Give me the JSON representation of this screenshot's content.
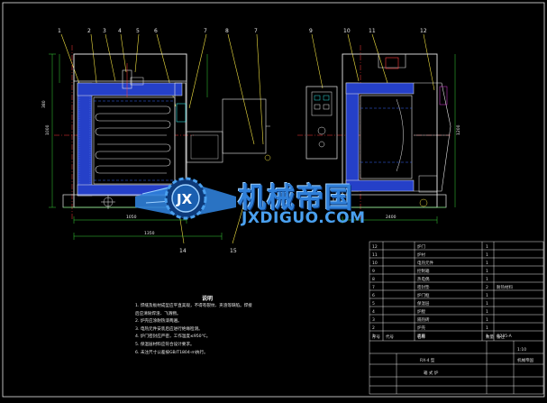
{
  "drawing": {
    "balloon_labels": [
      "1",
      "2",
      "3",
      "4",
      "5",
      "6",
      "7",
      "8",
      "7",
      "9",
      "10",
      "11",
      "12",
      "14",
      "15"
    ],
    "dimension_labels": [
      "380",
      "1000",
      "1050",
      "1350",
      "2400",
      "1200"
    ],
    "notes_title": "说明",
    "notes_lines": [
      "1. 焊缝及板材成型应平直美观，不得有裂纹、夹渣等缺陷。焊接",
      "   后应清除焊渣、飞溅物。",
      "2. 炉壳应涂耐热漆两遍。",
      "3. 电热元件安装后应进行绝缘检测。",
      "4. 炉门密封应严密，工作温度≤950℃。",
      "5. 保温层材料应符合设计要求。",
      "6. 未注尺寸公差按GB/T1804-m执行。"
    ]
  },
  "watermark": {
    "logo_letters": "JX",
    "cn_text": "机械帝国",
    "en_text": "JXDIGUO.COM"
  },
  "title_block": {
    "parts_rows": [
      {
        "no": "12",
        "code": "",
        "name": "炉门",
        "qty": "1",
        "note": ""
      },
      {
        "no": "11",
        "code": "",
        "name": "炉衬",
        "qty": "1",
        "note": ""
      },
      {
        "no": "10",
        "code": "",
        "name": "电热元件",
        "qty": "1",
        "note": ""
      },
      {
        "no": "9",
        "code": "",
        "name": "控制箱",
        "qty": "1",
        "note": ""
      },
      {
        "no": "8",
        "code": "",
        "name": "热电偶",
        "qty": "1",
        "note": ""
      },
      {
        "no": "7",
        "code": "",
        "name": "密封垫",
        "qty": "2",
        "note": "耐热材料"
      },
      {
        "no": "6",
        "code": "",
        "name": "炉门框",
        "qty": "1",
        "note": ""
      },
      {
        "no": "5",
        "code": "",
        "name": "保温层",
        "qty": "1",
        "note": ""
      },
      {
        "no": "4",
        "code": "",
        "name": "炉膛",
        "qty": "1",
        "note": ""
      },
      {
        "no": "3",
        "code": "",
        "name": "隔热砖",
        "qty": "1",
        "note": ""
      },
      {
        "no": "2",
        "code": "",
        "name": "炉壳",
        "qty": "1",
        "note": ""
      },
      {
        "no": "1",
        "code": "",
        "name": "底座",
        "qty": "1",
        "note": "Q235-A"
      }
    ],
    "header": {
      "no": "序号",
      "code": "代号",
      "name": "名称",
      "qty": "数量",
      "note": "备注"
    },
    "drawing_name": "箱 式 炉",
    "drawing_model": "RX-4 型",
    "school": "机械帝国",
    "scale": "1:10"
  },
  "colors": {
    "background": "#000000",
    "line_white": "#e8e8e8",
    "line_red": "#ff3b3b",
    "line_green": "#3bd43b",
    "line_blue": "#3b6bff",
    "line_cyan": "#33e0e0",
    "line_yellow": "#f0e040",
    "line_magenta": "#e040e0",
    "watermark": "#2f7fd8"
  }
}
